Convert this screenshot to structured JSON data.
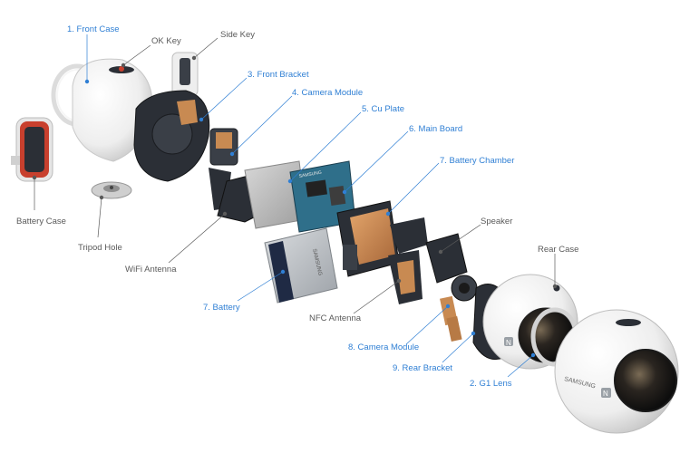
{
  "colors": {
    "label_blue": "#2f7fd4",
    "label_gray": "#5a5a5a",
    "body_white": "#f4f4f4",
    "dark_plastic": "#2b2f36",
    "pcb_blue": "#2f6f8a",
    "copper": "#c88a52",
    "battery_silver": "#b9bdc2",
    "red_gasket": "#c8402e"
  },
  "labels": {
    "front_case": "1. Front Case",
    "ok_key": "OK Key",
    "side_key": "Side Key",
    "front_bracket": "3. Front Bracket",
    "camera_module_front": "4. Camera Module",
    "cu_plate": "5. Cu Plate",
    "main_board": "6. Main Board",
    "battery_chamber": "7. Battery Chamber",
    "battery_case": "Battery Case",
    "tripod_hole": "Tripod Hole",
    "wifi_antenna": "WiFi Antenna",
    "battery": "7. Battery",
    "nfc_antenna": "NFC Antenna",
    "speaker": "Speaker",
    "rear_case": "Rear Case",
    "camera_module_rear": "8. Camera Module",
    "rear_bracket": "9. Rear Bracket",
    "g1_lens": "2. G1 Lens"
  },
  "brand_text": {
    "board": "SAMSUNG",
    "battery": "SAMSUNG",
    "camera": "SAMSUNG",
    "nfc_mark": "N"
  }
}
